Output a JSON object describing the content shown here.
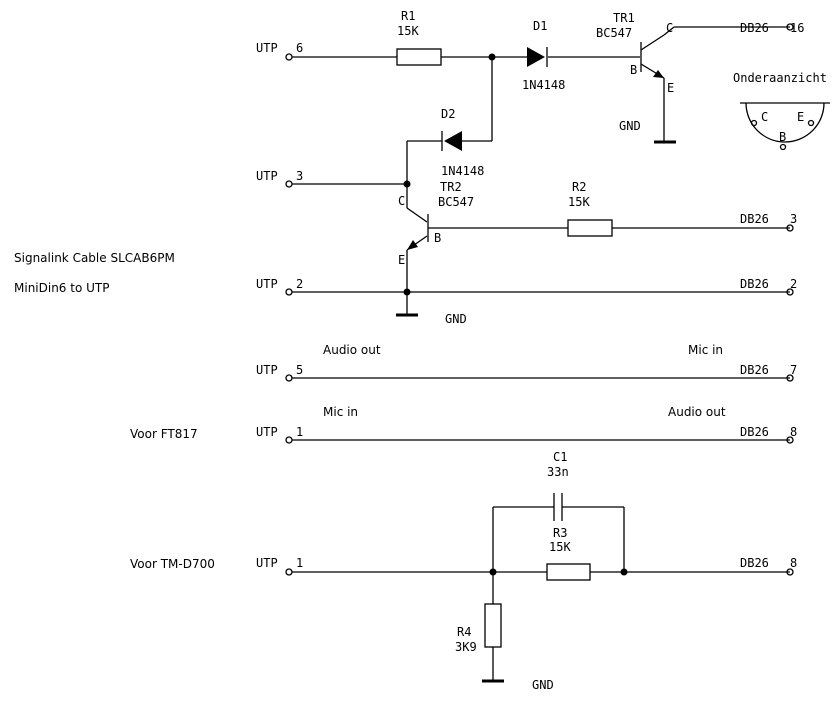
{
  "labels": {
    "utp": "UTP",
    "db26": "DB26",
    "gnd": "GND",
    "title_line1": "Signalink Cable SLCAB6PM",
    "title_line2": "MiniDin6 to UTP",
    "voor_ft817": "Voor FT817",
    "voor_tm": "Voor TM-D700",
    "audio_out": "Audio out",
    "mic_in": "Mic in",
    "audio_out_right": "Audio out",
    "bottom_view": "Onderaanzicht"
  },
  "pins": {
    "utp_6": "6",
    "utp_3": "3",
    "utp_2": "2",
    "utp_5": "5",
    "utp_1a": "1",
    "utp_1b": "1",
    "db_16": "16",
    "db_3": "3",
    "db_2": "2",
    "db_7": "7",
    "db_8a": "8",
    "db_8b": "8"
  },
  "components": {
    "r1_name": "R1",
    "r1_value": "15K",
    "d1_name": "D1",
    "d1_type": "1N4148",
    "tr1_name": "TR1",
    "tr1_type": "BC547",
    "d2_name": "D2",
    "d2_type": "1N4148",
    "tr2_name": "TR2",
    "tr2_type": "BC547",
    "r2_name": "R2",
    "r2_value": "15K",
    "c1_name": "C1",
    "c1_value": "33n",
    "r3_name": "R3",
    "r3_value": "15K",
    "r4_name": "R4",
    "r4_value": "3K9"
  },
  "terminals": {
    "c": "C",
    "b": "B",
    "e": "E"
  }
}
